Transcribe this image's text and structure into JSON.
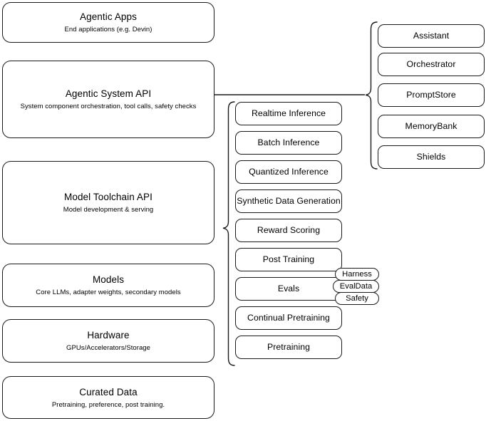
{
  "diagram": {
    "title": "Agentic AI Stack Architecture Diagram",
    "background_color": "#ffffff",
    "stroke_color": "#1a1a1a"
  },
  "stack_layers": [
    {
      "id": "agentic-apps",
      "title": "Agentic Apps",
      "subtitle": "End applications (e.g. Devin)"
    },
    {
      "id": "agentic-system-api",
      "title": "Agentic System API",
      "subtitle": "System component orchestration, tool calls, safety checks"
    },
    {
      "id": "model-toolchain-api",
      "title": "Model Toolchain API",
      "subtitle": "Model development & serving"
    },
    {
      "id": "models",
      "title": "Models",
      "subtitle": "Core LLMs, adapter weights, secondary models"
    },
    {
      "id": "hardware",
      "title": "Hardware",
      "subtitle": "GPUs/Accelerators/Storage"
    },
    {
      "id": "curated-data",
      "title": "Curated Data",
      "subtitle": "Pretraining, preference, post training."
    }
  ],
  "toolchain_components": [
    {
      "id": "realtime-inference",
      "label": "Realtime Inference"
    },
    {
      "id": "batch-inference",
      "label": "Batch Inference"
    },
    {
      "id": "quantized-inference",
      "label": "Quantized Inference"
    },
    {
      "id": "synthetic-data-generation",
      "label": "Synthetic Data Generation"
    },
    {
      "id": "reward-scoring",
      "label": "Reward Scoring"
    },
    {
      "id": "post-training",
      "label": "Post Training"
    },
    {
      "id": "evals",
      "label": "Evals"
    },
    {
      "id": "continual-pretraining",
      "label": "Continual Pretraining"
    },
    {
      "id": "pretraining",
      "label": "Pretraining"
    }
  ],
  "system_components": [
    {
      "id": "assistant",
      "label": "Assistant"
    },
    {
      "id": "orchestrator",
      "label": "Orchestrator"
    },
    {
      "id": "promptstore",
      "label": "PromptStore"
    },
    {
      "id": "memorybank",
      "label": "MemoryBank"
    },
    {
      "id": "shields",
      "label": "Shields"
    }
  ],
  "evals_tags": [
    {
      "id": "harness",
      "label": "Harness"
    },
    {
      "id": "evaldata",
      "label": "EvalData"
    },
    {
      "id": "safety",
      "label": "Safety"
    }
  ]
}
